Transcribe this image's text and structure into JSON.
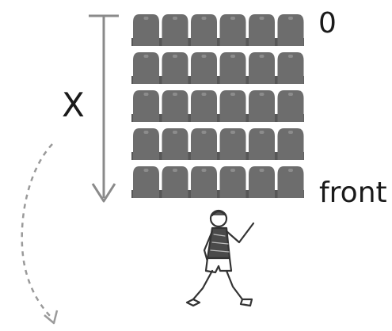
{
  "labels": {
    "top_row": "0",
    "distance": "X",
    "front_row": "front"
  },
  "diagram": {
    "rows": 5,
    "seats_per_row": 6,
    "colors": {
      "seat": "#6d6d6d",
      "seat_dark": "#575757",
      "arrow": "#8a8a8a",
      "dashed_path": "#9a9a9a",
      "figure_line": "#333333"
    }
  }
}
